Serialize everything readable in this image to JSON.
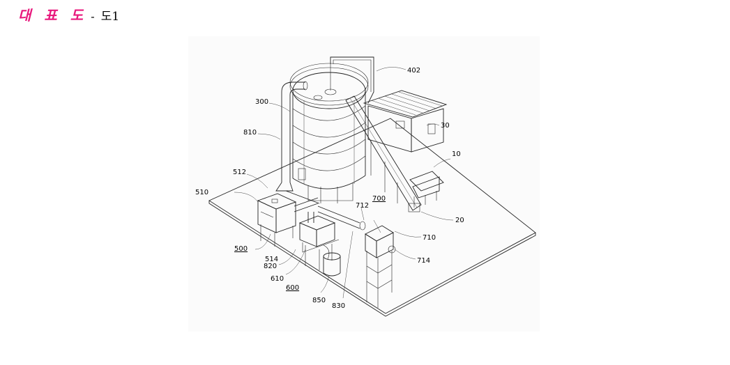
{
  "header": {
    "title": "대 표 도",
    "separator": "-",
    "subtitle": "도1",
    "title_color": "#e8197d"
  },
  "labels": {
    "l402": "402",
    "l300": "300",
    "l30": "30",
    "l810": "810",
    "l10": "10",
    "l512": "512",
    "l510": "510",
    "l712": "712",
    "l700": "700",
    "l20": "20",
    "l710": "710",
    "l500": "500",
    "l514": "514",
    "l820": "820",
    "l714": "714",
    "l610": "610",
    "l600": "600",
    "l850": "850",
    "l830": "830"
  }
}
